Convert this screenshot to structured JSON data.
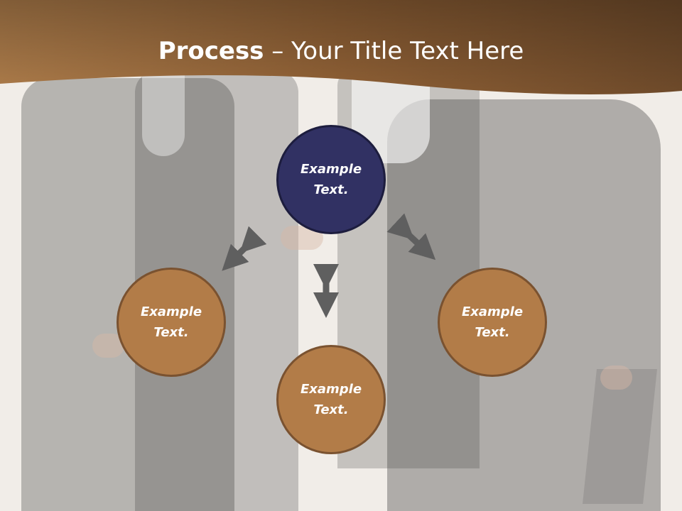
{
  "title": {
    "bold": "Process",
    "rest": " – Your Title Text Here"
  },
  "nodes": {
    "top": {
      "line1": "Example",
      "line2": "Text."
    },
    "left": {
      "line1": "Example",
      "line2": "Text."
    },
    "right": {
      "line1": "Example",
      "line2": "Text."
    },
    "bottom": {
      "line1": "Example",
      "line2": "Text."
    }
  },
  "colors": {
    "title_band": "#8a5a30",
    "top_node": "#313163",
    "side_nodes": "#b27c48",
    "arrows": "#5f5f5f"
  }
}
